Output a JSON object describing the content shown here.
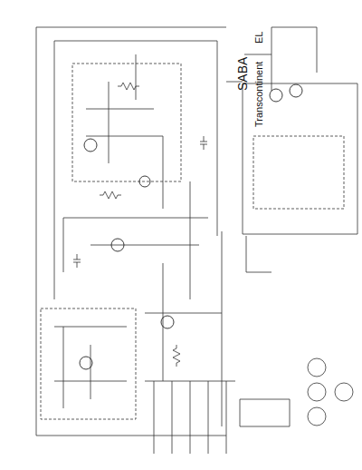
{
  "diagram": {
    "title": "SABA",
    "labels": [
      "Transcontinent",
      "EL"
    ]
  }
}
